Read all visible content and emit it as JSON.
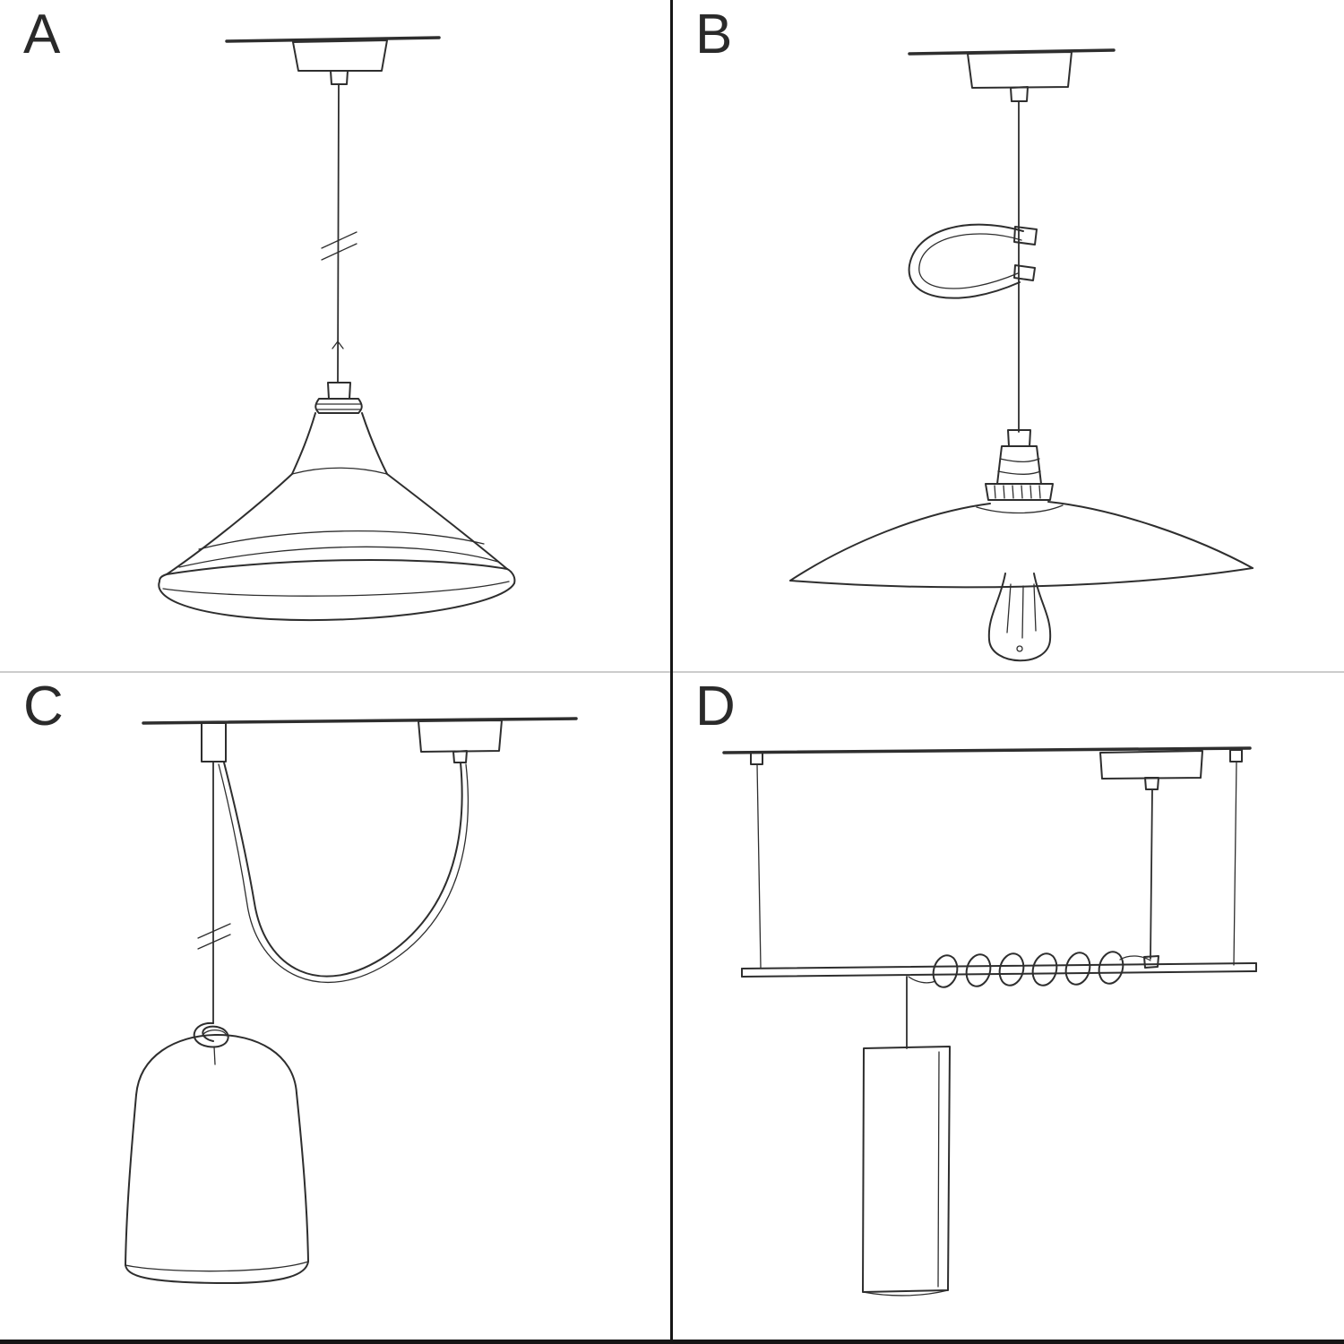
{
  "title": "Pendant lamp installation sketches",
  "colors": {
    "ink": "#2e2e2e",
    "background": "#ffffff",
    "divider_dark": "#161616",
    "divider_light": "#cccccc"
  },
  "panels": {
    "a": {
      "label": "A",
      "sketch_name": "straight-pendant-industrial-bowl-shade-sketch"
    },
    "b": {
      "label": "B",
      "sketch_name": "pendant-cable-loop-flat-plate-shade-exposed-bulb-sketch"
    },
    "c": {
      "label": "C",
      "sketch_name": "swag-hook-pendant-bell-dome-shade-sketch"
    },
    "d": {
      "label": "D",
      "sketch_name": "suspended-bar-wrapped-cable-tube-pendant-sketch"
    }
  }
}
